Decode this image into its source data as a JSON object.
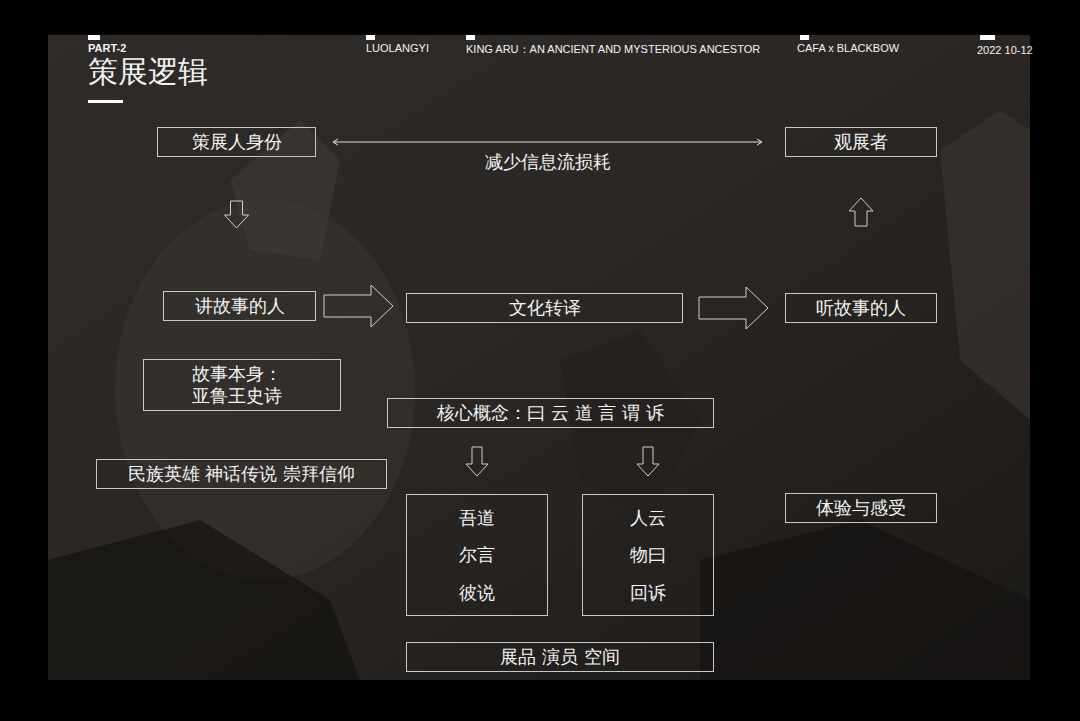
{
  "diagram": {
    "title": "策展逻辑",
    "nodes": [
      {
        "text": [
          "策展人身份"
        ]
      },
      {
        "text": [
          "观展者"
        ]
      },
      {
        "text": [
          "讲故事的人"
        ]
      },
      {
        "text": [
          "文化转译"
        ]
      },
      {
        "text": [
          "听故事的人"
        ]
      },
      {
        "text": [
          "故事本身： 亚鲁王史诗"
        ]
      },
      {
        "text": [
          "核心概念：曰 云 道 言 谓 诉"
        ]
      },
      {
        "text": [
          "民族英雄 神话传说 崇拜信仰"
        ]
      },
      {
        "text": [
          "吾道",
          "尔言",
          "彼说"
        ]
      },
      {
        "text": [
          "人云",
          "物曰",
          "回诉"
        ]
      },
      {
        "text": [
          "体验与感受"
        ]
      },
      {
        "text": [
          "展品 演员 空间"
        ]
      }
    ],
    "edges": [
      {
        "from": 0,
        "to": 1,
        "label": "减少信息流损耗",
        "arrow": "both"
      },
      {
        "from": 0,
        "to": 2,
        "arrow": "to"
      },
      {
        "from": 2,
        "to": 3,
        "arrow": "to"
      },
      {
        "from": 3,
        "to": 4,
        "arrow": "to"
      },
      {
        "from": 4,
        "to": 1,
        "arrow": "to"
      },
      {
        "from": 6,
        "to": 8,
        "arrow": "to"
      },
      {
        "from": 6,
        "to": 9,
        "arrow": "to"
      }
    ],
    "labels": [
      "PART-2",
      "LUOLANGYI",
      "KING ARU：AN ANCIENT AND MYSTERIOUS ANCESTOR",
      "CAFA x BLACKBOW",
      "2022 10-12"
    ]
  }
}
